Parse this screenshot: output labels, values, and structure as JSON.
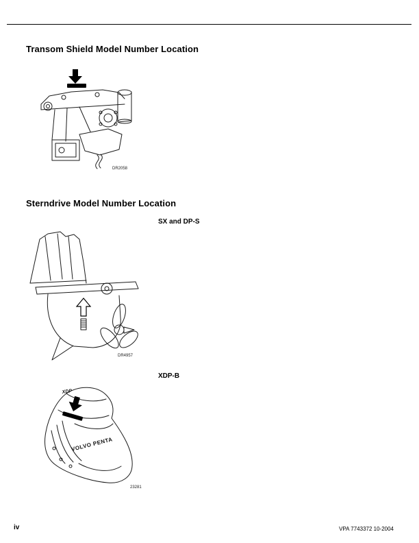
{
  "sections": {
    "transom": {
      "heading": "Transom Shield Model Number Location",
      "figure_label": "DR2058"
    },
    "sterndrive": {
      "heading": "Sterndrive Model Number Location",
      "sx": {
        "label": "SX and DP-S",
        "figure_label": "DR4957"
      },
      "xdp": {
        "label": "XDP-B",
        "figure_label": "23281",
        "drawing_text": "VOLVO PENTA",
        "drawing_top_text": "XDP"
      }
    }
  },
  "footer": {
    "page_number": "iv",
    "doc_number": "VPA 7743372 10-2004"
  },
  "colors": {
    "ink": "#000000",
    "paper": "#ffffff",
    "line_art": "#1a1a1a"
  }
}
